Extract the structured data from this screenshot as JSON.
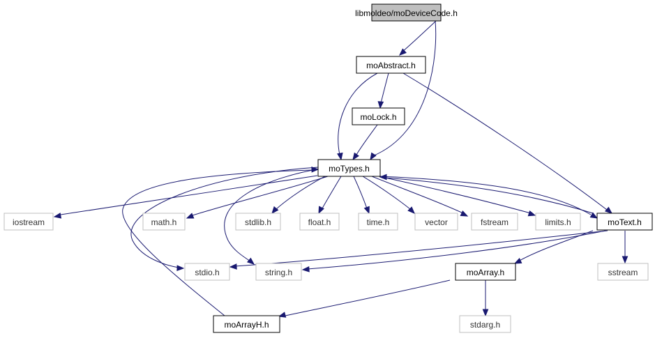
{
  "graph": {
    "nodes": {
      "root": {
        "label": "libmoldeo/moDeviceCode.h",
        "kind": "root"
      },
      "moAbstract": {
        "label": "moAbstract.h",
        "kind": "doc"
      },
      "moLock": {
        "label": "moLock.h",
        "kind": "doc"
      },
      "moTypes": {
        "label": "moTypes.h",
        "kind": "doc"
      },
      "iostream": {
        "label": "iostream",
        "kind": "ext"
      },
      "math": {
        "label": "math.h",
        "kind": "ext"
      },
      "stdlib": {
        "label": "stdlib.h",
        "kind": "ext"
      },
      "float": {
        "label": "float.h",
        "kind": "ext"
      },
      "time": {
        "label": "time.h",
        "kind": "ext"
      },
      "vector": {
        "label": "vector",
        "kind": "ext"
      },
      "fstream": {
        "label": "fstream",
        "kind": "ext"
      },
      "limits": {
        "label": "limits.h",
        "kind": "ext"
      },
      "moText": {
        "label": "moText.h",
        "kind": "doc"
      },
      "stdio": {
        "label": "stdio.h",
        "kind": "ext"
      },
      "string": {
        "label": "string.h",
        "kind": "ext"
      },
      "moArray": {
        "label": "moArray.h",
        "kind": "doc"
      },
      "sstream": {
        "label": "sstream",
        "kind": "ext"
      },
      "moArrayH": {
        "label": "moArrayH.h",
        "kind": "doc"
      },
      "stdarg": {
        "label": "stdarg.h",
        "kind": "ext"
      }
    },
    "edges": [
      [
        "root",
        "moAbstract"
      ],
      [
        "root",
        "moTypes"
      ],
      [
        "moAbstract",
        "moLock"
      ],
      [
        "moAbstract",
        "moTypes"
      ],
      [
        "moAbstract",
        "moText"
      ],
      [
        "moLock",
        "moTypes"
      ],
      [
        "moTypes",
        "iostream"
      ],
      [
        "moTypes",
        "math"
      ],
      [
        "moTypes",
        "stdlib"
      ],
      [
        "moTypes",
        "float"
      ],
      [
        "moTypes",
        "time"
      ],
      [
        "moTypes",
        "vector"
      ],
      [
        "moTypes",
        "fstream"
      ],
      [
        "moTypes",
        "limits"
      ],
      [
        "moTypes",
        "moText"
      ],
      [
        "moTypes",
        "stdio"
      ],
      [
        "moTypes",
        "string"
      ],
      [
        "moText",
        "moTypes"
      ],
      [
        "moText",
        "stdio"
      ],
      [
        "moText",
        "string"
      ],
      [
        "moText",
        "moArray"
      ],
      [
        "moText",
        "sstream"
      ],
      [
        "moArray",
        "moArrayH"
      ],
      [
        "moArray",
        "stdarg"
      ],
      [
        "moArrayH",
        "moTypes"
      ]
    ]
  }
}
